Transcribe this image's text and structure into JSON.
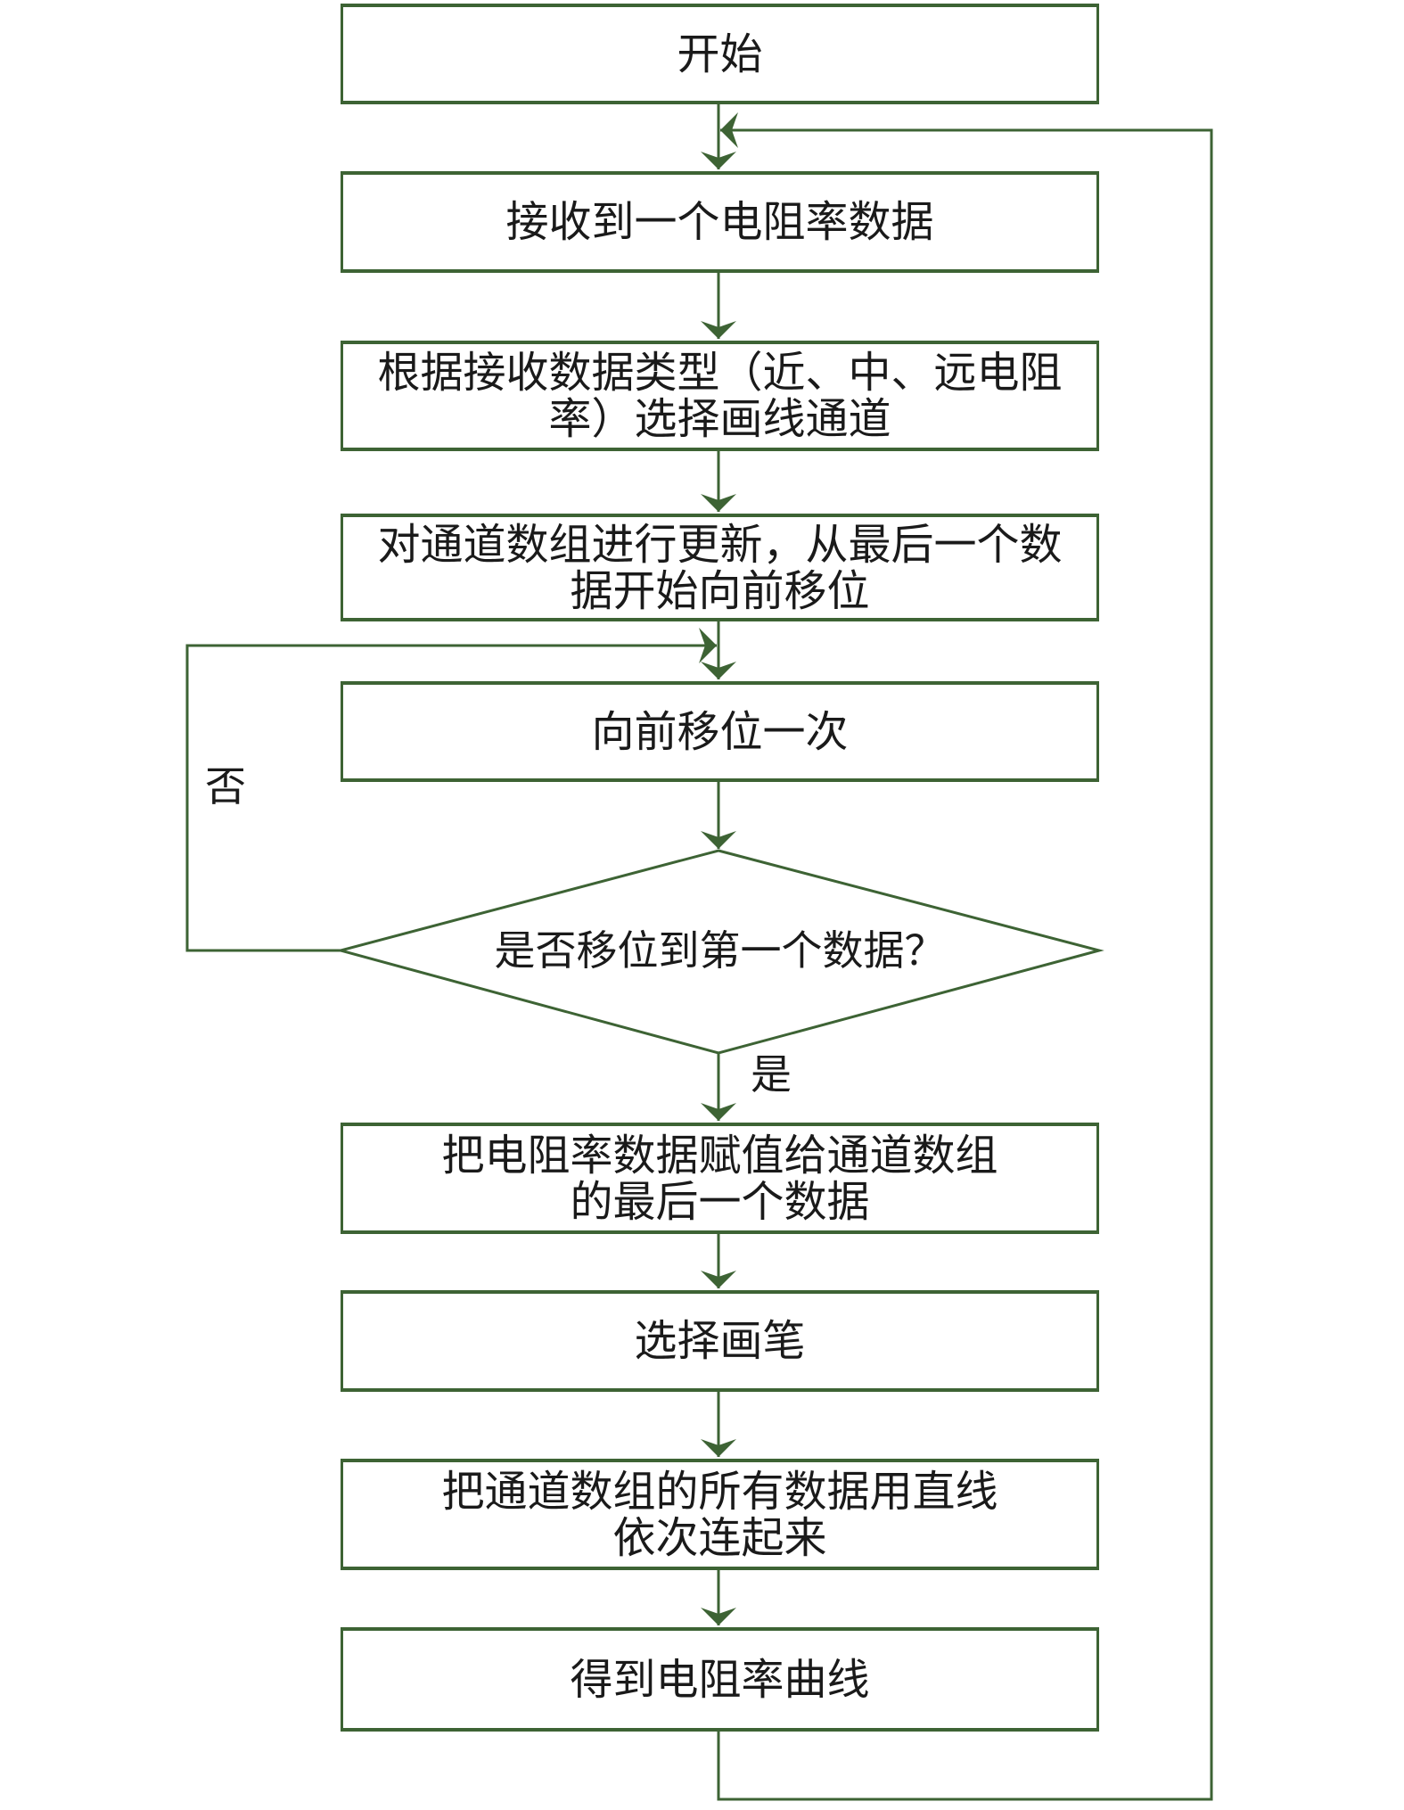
{
  "colors": {
    "stroke": "#3d6334",
    "text": "#1a1a1a"
  },
  "nodes": {
    "start": "开始",
    "receive": "接收到一个电阻率数据",
    "select_channel": "根据接收数据类型（近、中、远电阻\n率）选择画线通道",
    "update_array": "对通道数组进行更新，从最后一个数\n据开始向前移位",
    "shift_once": "向前移位一次",
    "decision": "是否移位到第一个数据？",
    "assign": "把电阻率数据赋值给通道数组\n的最后一个数据",
    "select_pen": "选择画笔",
    "connect": "把通道数组的所有数据用直线\n依次连起来",
    "result": "得到电阻率曲线"
  },
  "labels": {
    "no": "否",
    "yes": "是"
  }
}
